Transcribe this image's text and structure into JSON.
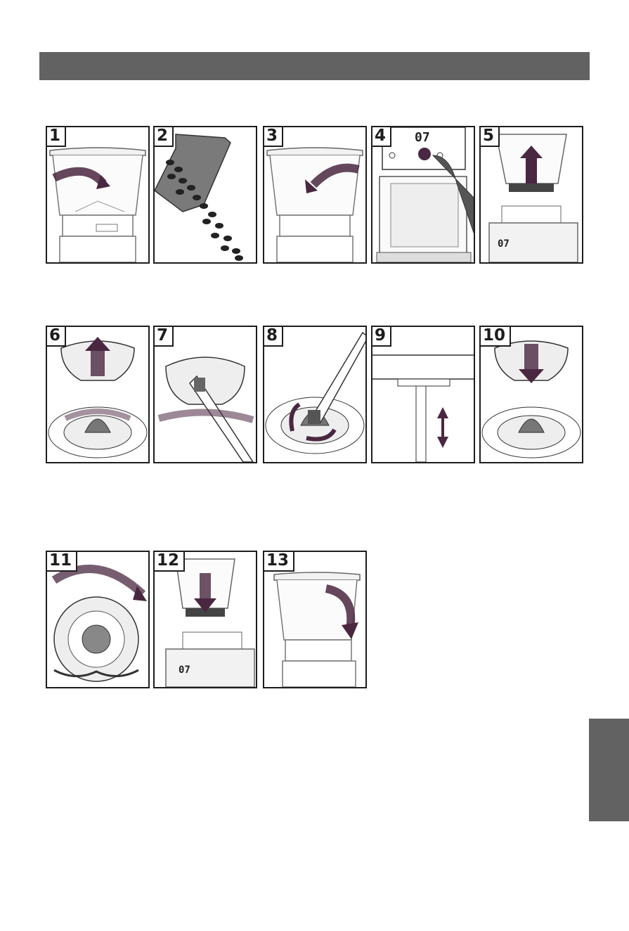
{
  "header": {
    "title": ""
  },
  "side_tab": {
    "label": ""
  },
  "colors": {
    "header_bar": "#626262",
    "accent_arrow": "#4a2740",
    "outline": "#1d1d1d",
    "tint": "#f2f2f2"
  },
  "steps": [
    {
      "number": "1",
      "depicts": "open hopper lid"
    },
    {
      "number": "2",
      "depicts": "pour coffee beans"
    },
    {
      "number": "3",
      "depicts": "close hopper lid"
    },
    {
      "number": "4",
      "depicts": "press button, display 07"
    },
    {
      "number": "5",
      "depicts": "lift hopper off"
    },
    {
      "number": "6",
      "depicts": "remove upper burr"
    },
    {
      "number": "7",
      "depicts": "brush upper burr"
    },
    {
      "number": "8",
      "depicts": "brush lower burr"
    },
    {
      "number": "9",
      "depicts": "clean chute"
    },
    {
      "number": "10",
      "depicts": "insert upper burr"
    },
    {
      "number": "11",
      "depicts": "turn burr to lock"
    },
    {
      "number": "12",
      "depicts": "place hopper"
    },
    {
      "number": "13",
      "depicts": "close lid"
    }
  ],
  "display_readout": "07"
}
